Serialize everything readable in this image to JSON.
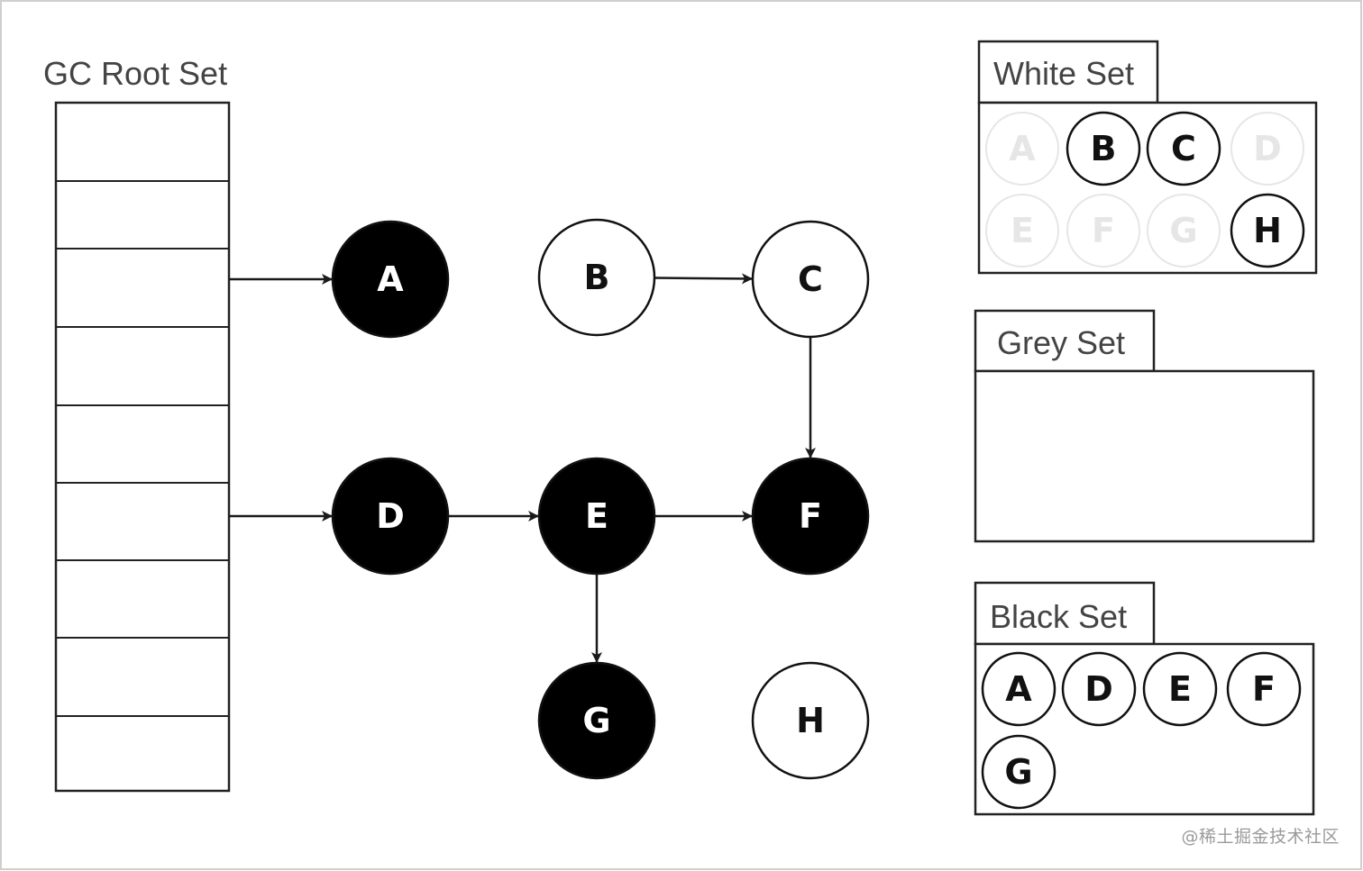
{
  "root_set": {
    "title": "GC Root Set"
  },
  "nodes": {
    "A": {
      "label": "A",
      "color": "black"
    },
    "B": {
      "label": "B",
      "color": "white"
    },
    "C": {
      "label": "C",
      "color": "white"
    },
    "D": {
      "label": "D",
      "color": "black"
    },
    "E": {
      "label": "E",
      "color": "black"
    },
    "F": {
      "label": "F",
      "color": "black"
    },
    "G": {
      "label": "G",
      "color": "black"
    },
    "H": {
      "label": "H",
      "color": "white"
    }
  },
  "edges": [
    {
      "from": "root-slot-3",
      "to": "A"
    },
    {
      "from": "root-slot-6",
      "to": "D"
    },
    {
      "from": "B",
      "to": "C"
    },
    {
      "from": "C",
      "to": "F"
    },
    {
      "from": "D",
      "to": "E"
    },
    {
      "from": "E",
      "to": "F"
    },
    {
      "from": "E",
      "to": "G"
    }
  ],
  "sets": {
    "white": {
      "title": "White Set",
      "members_active": [
        "B",
        "C",
        "H"
      ],
      "members_faded": [
        "A",
        "D",
        "E",
        "F",
        "G"
      ]
    },
    "grey": {
      "title": "Grey Set",
      "members": []
    },
    "black": {
      "title": "Black Set",
      "members": [
        "A",
        "D",
        "E",
        "F",
        "G"
      ]
    }
  },
  "colors": {
    "line": "#1a1a1a",
    "fill_black": "#000000",
    "fill_white": "#ffffff",
    "faded": "#e6e6e6"
  },
  "watermark": "@稀土掘金技术社区"
}
